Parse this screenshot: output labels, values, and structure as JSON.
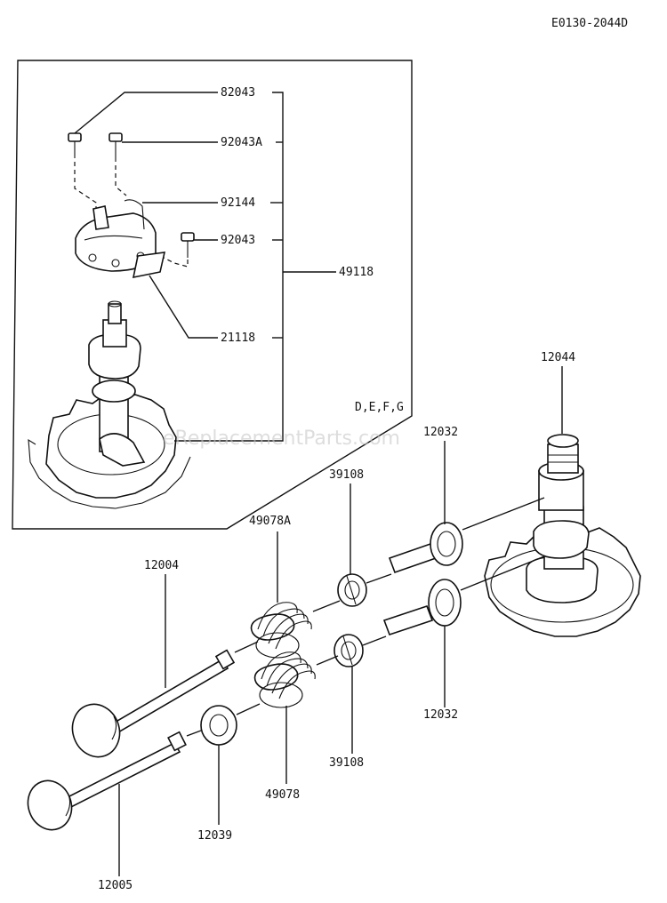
{
  "diagram_id": "E0130-2044D",
  "watermark": "eReplacementParts.com",
  "inset_label": "D,E,F,G",
  "parts": {
    "p82043_top": "82043",
    "p92043A": "92043A",
    "p92144": "92144",
    "p92043_low": "92043",
    "p49118": "49118",
    "p21118": "21118",
    "p12044": "12044",
    "p12032_top": "12032",
    "p39108_top": "39108",
    "p49078A": "49078A",
    "p12004": "12004",
    "p12032_low": "12032",
    "p39108_low": "39108",
    "p49078": "49078",
    "p12039": "12039",
    "p12005": "12005"
  }
}
